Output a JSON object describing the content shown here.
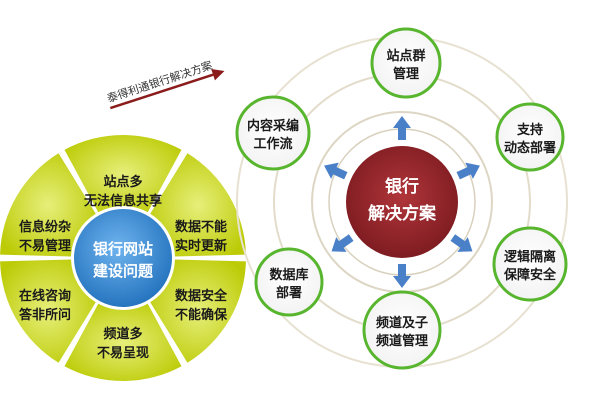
{
  "tagline": "泰得利通银行解决方案",
  "left_wheel": {
    "center": [
      "银行网站",
      "建设问题"
    ],
    "segments": [
      [
        "站点多",
        "无法信息共享"
      ],
      [
        "数据不能",
        "实时更新"
      ],
      [
        "数据安全",
        "不能确保"
      ],
      [
        "频道多",
        "不易呈现"
      ],
      [
        "在线咨询",
        "答非所问"
      ],
      [
        "信息纷杂",
        "不易管理"
      ]
    ]
  },
  "right_diagram": {
    "center": [
      "银行",
      "解决方案"
    ],
    "nodes": [
      [
        "站点群",
        "管理"
      ],
      [
        "支持",
        "动态部署"
      ],
      [
        "逻辑隔离",
        "保障安全"
      ],
      [
        "频道及子",
        "频道管理"
      ],
      [
        "数据库",
        "部署"
      ],
      [
        "内容采编",
        "工作流"
      ]
    ]
  },
  "colors": {
    "wheel_yellow": "#c8d60c",
    "wheel_center": "#3b8dd6",
    "hub_red": "#8e2328",
    "node_green": "#58b52e",
    "arrow_blue": "#4a80c8",
    "ring_tan": "#ddd6c4"
  }
}
